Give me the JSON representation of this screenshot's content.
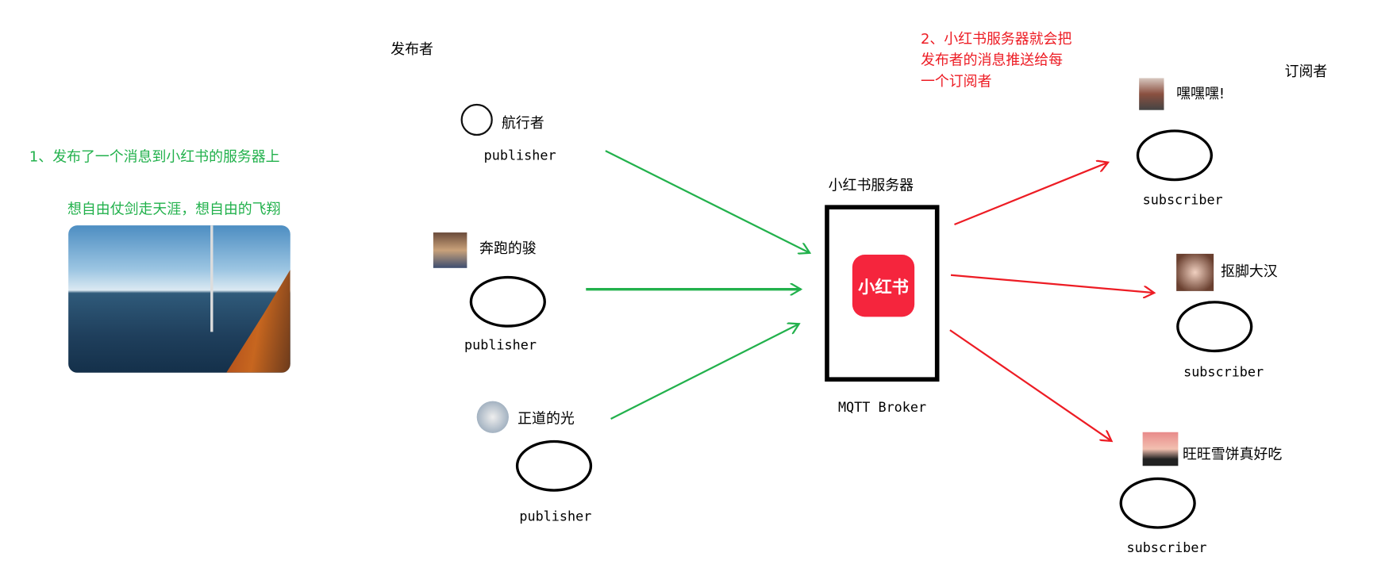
{
  "labels": {
    "publishers_heading": "发布者",
    "subscribers_heading": "订阅者",
    "step1": "1、发布了一个消息到小红书的服务器上",
    "message": "想自由仗剑走天涯，想自由的飞翔",
    "step2_lines": [
      "2、小红书服务器就会把",
      "发布者的消息推送给每",
      "一个订阅者"
    ]
  },
  "publishers": [
    {
      "name": "航行者",
      "role": "publisher"
    },
    {
      "name": "奔跑的骏",
      "role": "publisher"
    },
    {
      "name": "正道的光",
      "role": "publisher"
    }
  ],
  "broker": {
    "title": "小红书服务器",
    "logo_text": "小红书",
    "caption": "MQTT Broker"
  },
  "subscribers": [
    {
      "name": "嘿嘿嘿!",
      "role": "subscriber"
    },
    {
      "name": "抠脚大汉",
      "role": "subscriber"
    },
    {
      "name": "旺旺雪饼真好吃",
      "role": "subscriber"
    }
  ],
  "colors": {
    "publish_arrow": "#22b14c",
    "push_arrow": "#ed1c24",
    "brand": "#f5253d"
  }
}
